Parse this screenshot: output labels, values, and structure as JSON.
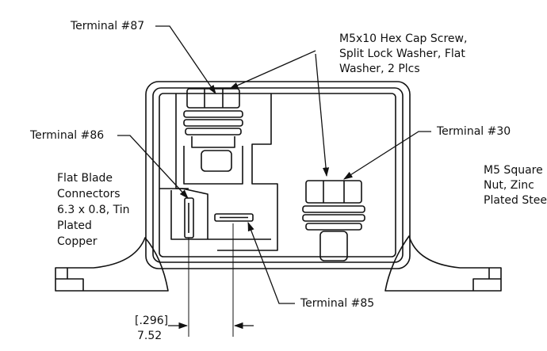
{
  "labels": {
    "terminal_87": "Terminal #87",
    "screw_line1": "M5x10 Hex Cap Screw,",
    "screw_line2": "Split Lock Washer, Flat",
    "screw_line3": "Washer, 2 Plcs",
    "terminal_86": "Terminal #86",
    "terminal_30": "Terminal #30",
    "nut_line1": "M5 Square",
    "nut_line2": "Nut, Zinc",
    "nut_line3": "Plated Steel",
    "blade_line1": "Flat Blade",
    "blade_line2": "Connectors",
    "blade_line3": "6.3 x 0.8, Tin",
    "blade_line4": "Plated",
    "blade_line5": "Copper",
    "terminal_85": "Terminal #85",
    "dim_inch": "[.296]",
    "dim_mm": "7.52"
  },
  "colors": {
    "line": "#111111",
    "background": "#ffffff"
  }
}
